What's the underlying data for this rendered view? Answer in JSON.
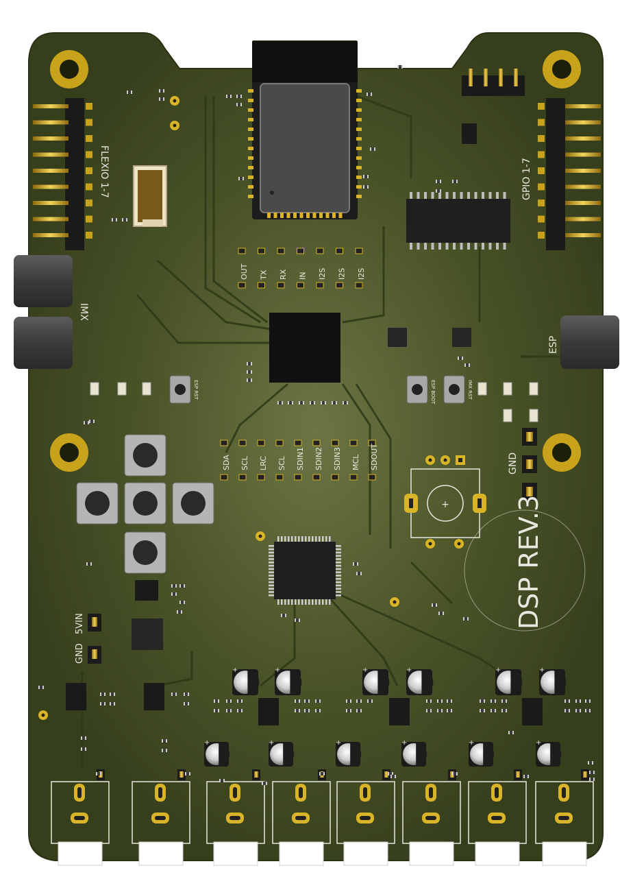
{
  "board": {
    "title": "DSP REV.3",
    "colors": {
      "soldermask": "#3a4420",
      "soldermask_light": "#596438",
      "copper_gold": "#d9b428",
      "silkscreen": "#e8e8e0",
      "ic_body": "#1c1c1c"
    }
  },
  "labels": {
    "flexio": "FLEXIO 1-7",
    "gpio": "GPIO 1-7",
    "imx": "IMX",
    "esp": "ESP",
    "gnd_right": "GND",
    "vin": "5VIN",
    "gnd_left": "GND",
    "esp_rst": "ESP RST",
    "esp_boot": "ESP BOOT",
    "imx_rst": "IMX RST"
  },
  "jumpers_top": [
    "OUT",
    "TX",
    "RX",
    "IN",
    "I2S",
    "I2S",
    "I2S"
  ],
  "jumpers_mid": [
    "SDA",
    "SCL",
    "LRC",
    "SCL",
    "SDIN1",
    "SDIN2",
    "SDIN3",
    "MCL",
    "SDOUT"
  ],
  "icons": [
    "mounting-hole-icon",
    "pin-header-icon",
    "usb-c-connector-icon",
    "tactile-button-icon",
    "electrolytic-capacitor-icon",
    "audio-jack-icon",
    "ic-chip-icon"
  ]
}
